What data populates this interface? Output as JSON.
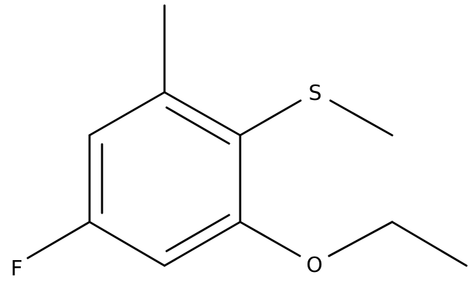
{
  "atoms": {
    "sulfur": "S",
    "fluorine": "F",
    "oxygen": "O"
  },
  "colors": {
    "background": "#ffffff",
    "ink": "#000000"
  }
}
